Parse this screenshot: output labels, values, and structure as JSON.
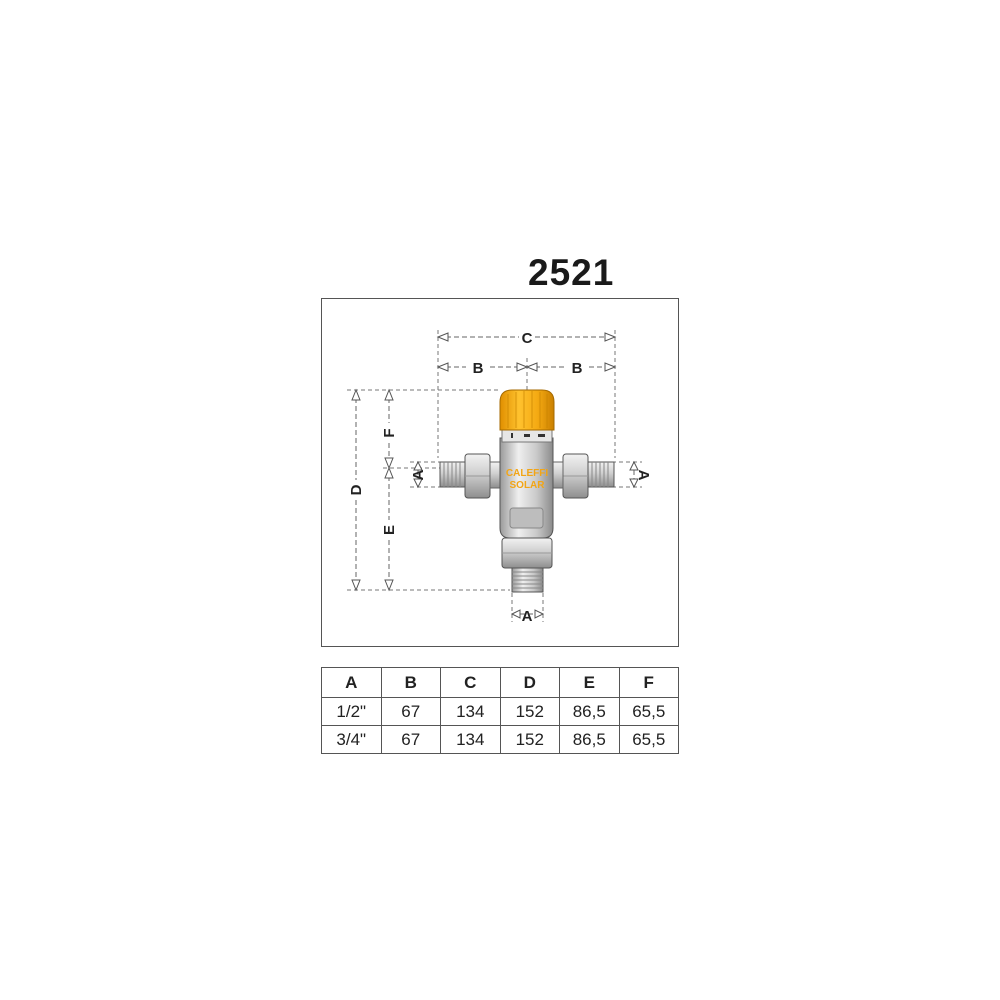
{
  "model_number": "2521",
  "drawing": {
    "dimension_labels": {
      "C": "C",
      "B_left": "B",
      "B_right": "B",
      "D": "D",
      "F": "F",
      "E": "E",
      "A_left": "A",
      "A_right": "A",
      "A_bottom": "A"
    },
    "brand_logo_text": [
      "CALEFFI",
      "SOLAR"
    ],
    "knob_color": "#f2a516",
    "body_color": "#c9c9c9"
  },
  "table": {
    "headers": [
      "A",
      "B",
      "C",
      "D",
      "E",
      "F"
    ],
    "rows": [
      [
        "1/2\"",
        "67",
        "134",
        "152",
        "86,5",
        "65,5"
      ],
      [
        "3/4\"",
        "67",
        "134",
        "152",
        "86,5",
        "65,5"
      ]
    ]
  }
}
